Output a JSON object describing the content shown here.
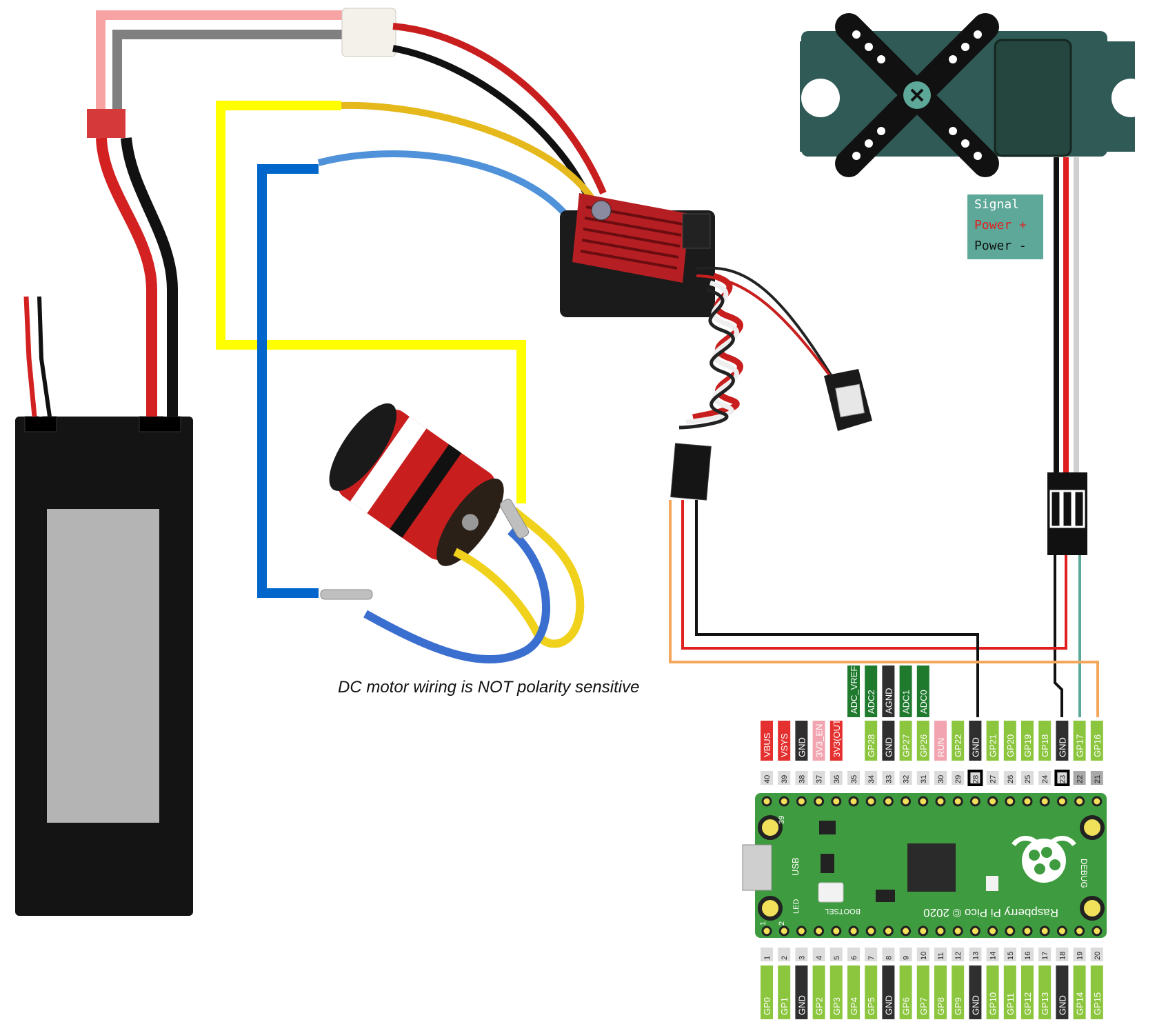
{
  "legend": {
    "signal": "Signal",
    "power_plus": "Power +",
    "power_minus": "Power -"
  },
  "note": "DC motor wiring is NOT polarity sensitive",
  "pico": {
    "top_pins": [
      {
        "num": "40",
        "label": "VBUS",
        "color": "#e53030"
      },
      {
        "num": "39",
        "label": "VSYS",
        "color": "#e53030"
      },
      {
        "num": "38",
        "label": "GND",
        "color": "#2f2f2f"
      },
      {
        "num": "37",
        "label": "3V3_EN",
        "color": "#f2a5b0"
      },
      {
        "num": "36",
        "label": "3V3(OUT)",
        "color": "#e53030"
      },
      {
        "num": "35",
        "label": "",
        "color": ""
      },
      {
        "num": "34",
        "label": "GP28",
        "color": "#8cc63f"
      },
      {
        "num": "33",
        "label": "GND",
        "color": "#2f2f2f"
      },
      {
        "num": "32",
        "label": "GP27",
        "color": "#8cc63f"
      },
      {
        "num": "31",
        "label": "GP26",
        "color": "#8cc63f"
      },
      {
        "num": "30",
        "label": "RUN",
        "color": "#f2a5b0"
      },
      {
        "num": "29",
        "label": "GP22",
        "color": "#8cc63f"
      },
      {
        "num": "28",
        "label": "GND",
        "color": "#2f2f2f"
      },
      {
        "num": "27",
        "label": "GP21",
        "color": "#8cc63f"
      },
      {
        "num": "26",
        "label": "GP20",
        "color": "#8cc63f"
      },
      {
        "num": "25",
        "label": "GP19",
        "color": "#8cc63f"
      },
      {
        "num": "24",
        "label": "GP18",
        "color": "#8cc63f"
      },
      {
        "num": "23",
        "label": "GND",
        "color": "#2f2f2f"
      },
      {
        "num": "22",
        "label": "GP17",
        "color": "#8cc63f"
      },
      {
        "num": "21",
        "label": "GP16",
        "color": "#8cc63f"
      }
    ],
    "adc_labels": [
      {
        "label": "ADC_VREF",
        "color": "#1f7a2e"
      },
      {
        "label": "ADC2",
        "color": "#1f7a2e"
      },
      {
        "label": "AGND",
        "color": "#2f2f2f"
      },
      {
        "label": "ADC1",
        "color": "#1f7a2e"
      },
      {
        "label": "ADC0",
        "color": "#1f7a2e"
      }
    ],
    "bottom_pins": [
      {
        "num": "1",
        "label": "GP0",
        "color": "#8cc63f"
      },
      {
        "num": "2",
        "label": "GP1",
        "color": "#8cc63f"
      },
      {
        "num": "3",
        "label": "GND",
        "color": "#2f2f2f"
      },
      {
        "num": "4",
        "label": "GP2",
        "color": "#8cc63f"
      },
      {
        "num": "5",
        "label": "GP3",
        "color": "#8cc63f"
      },
      {
        "num": "6",
        "label": "GP4",
        "color": "#8cc63f"
      },
      {
        "num": "7",
        "label": "GP5",
        "color": "#8cc63f"
      },
      {
        "num": "8",
        "label": "GND",
        "color": "#2f2f2f"
      },
      {
        "num": "9",
        "label": "GP6",
        "color": "#8cc63f"
      },
      {
        "num": "10",
        "label": "GP7",
        "color": "#8cc63f"
      },
      {
        "num": "11",
        "label": "GP8",
        "color": "#8cc63f"
      },
      {
        "num": "12",
        "label": "GP9",
        "color": "#8cc63f"
      },
      {
        "num": "13",
        "label": "GND",
        "color": "#2f2f2f"
      },
      {
        "num": "14",
        "label": "GP10",
        "color": "#8cc63f"
      },
      {
        "num": "15",
        "label": "GP11",
        "color": "#8cc63f"
      },
      {
        "num": "16",
        "label": "GP12",
        "color": "#8cc63f"
      },
      {
        "num": "17",
        "label": "GP13",
        "color": "#8cc63f"
      },
      {
        "num": "18",
        "label": "GND",
        "color": "#2f2f2f"
      },
      {
        "num": "19",
        "label": "GP14",
        "color": "#8cc63f"
      },
      {
        "num": "20",
        "label": "GP15",
        "color": "#8cc63f"
      }
    ],
    "board_text": {
      "usb": "USB",
      "led": "LED",
      "bootsel": "BOOTSEL",
      "debug": "DEBUG",
      "brand": "Raspberry Pi Pico © 2020",
      "pin39": "39",
      "pin1": "1",
      "pin2": "2"
    }
  },
  "colors": {
    "board_green": "#3f9b3f",
    "servo_teal": "#2f5a55",
    "legend_bg": "#5da898",
    "yellow_wire": "#ffff00",
    "blue_wire": "#0066cc"
  }
}
